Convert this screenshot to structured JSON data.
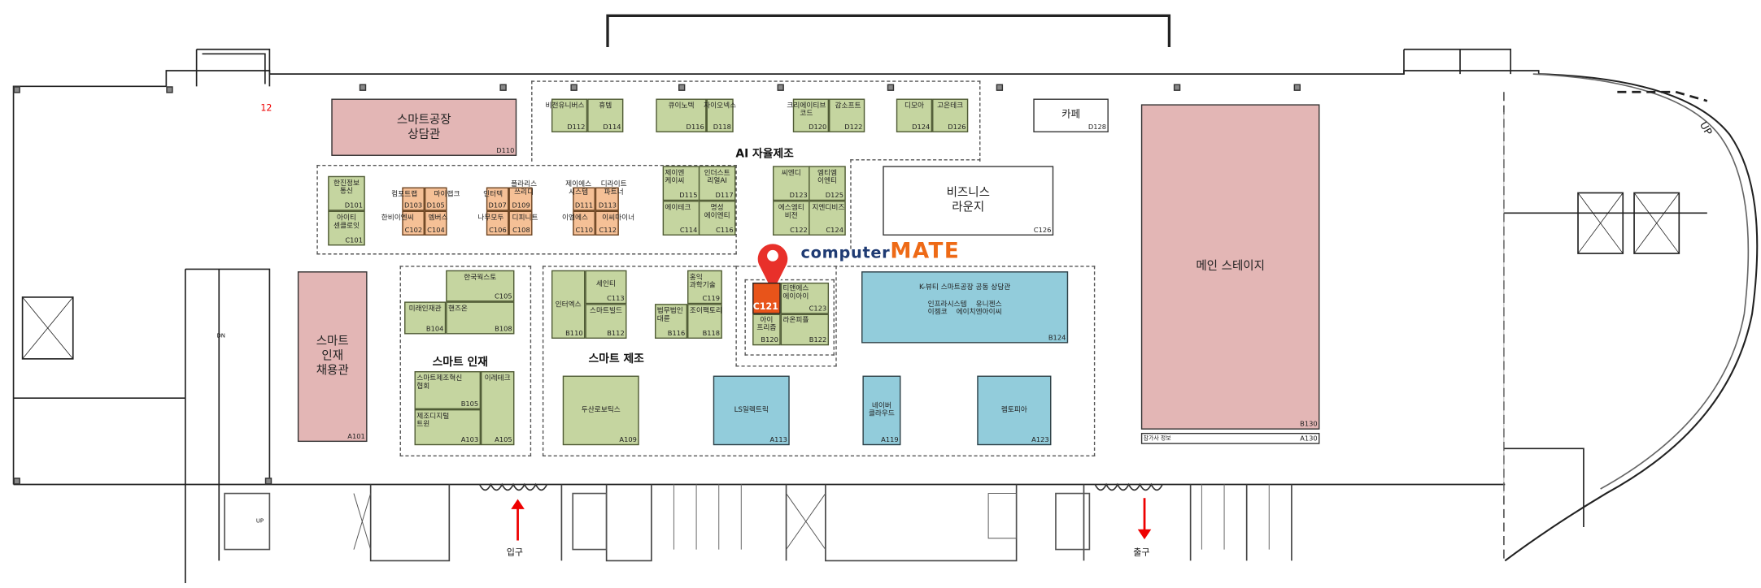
{
  "floor_marker": "12",
  "zones": {
    "ai": "AI 자율제조",
    "talent": "스마트 인재",
    "manufacturing": "스마트 제조"
  },
  "logo": {
    "part1": "computer",
    "part2": "MATE"
  },
  "highlight": {
    "code": "C121"
  },
  "entrance": {
    "in": "입구",
    "out": "출구"
  },
  "stairs": {
    "up": "UP",
    "dn": "DN"
  },
  "colors": {
    "green": "#c5d5a0",
    "pink": "#e3b6b5",
    "blue": "#92ccdb",
    "orange": "#f5c096",
    "highlight": "#e8541a",
    "arrow": "#e00000"
  },
  "booths": {
    "D110": {
      "name": "스마트공장\n상담관",
      "code": "D110"
    },
    "D112": {
      "name": "비전유니버스",
      "code": "D112"
    },
    "D114": {
      "name": "휴템",
      "code": "D114"
    },
    "D116": {
      "name": "큐이노텍",
      "code": "D116"
    },
    "D118": {
      "name": "자이오넥스",
      "code": "D118"
    },
    "D120": {
      "name": "크리에이티브\n코드",
      "code": "D120"
    },
    "D122": {
      "name": "감소프트",
      "code": "D122"
    },
    "D124": {
      "name": "디모아",
      "code": "D124"
    },
    "D126": {
      "name": "고은테크",
      "code": "D126"
    },
    "D128": {
      "name": "카페",
      "code": "D128"
    },
    "D101": {
      "name": "한진정보\n통신",
      "code": "D101"
    },
    "C101": {
      "name": "아이티\n센클로잇",
      "code": "C101"
    },
    "D103": {
      "name": "컴포트랩",
      "code": "D103"
    },
    "D105": {
      "name": "마이랩크",
      "code": "D105"
    },
    "C102": {
      "name": "한비이엔씨",
      "code": "C102"
    },
    "C104": {
      "name": "멤버스",
      "code": "C104"
    },
    "D107": {
      "name": "인터텍",
      "code": "D107"
    },
    "D109": {
      "name": "플라리스\n쓰리디",
      "code": "D109"
    },
    "C106": {
      "name": "나무모두",
      "code": "C106"
    },
    "C108": {
      "name": "디피니트",
      "code": "C108"
    },
    "D111": {
      "name": "제이에스\n시스템",
      "code": "D111"
    },
    "D113": {
      "name": "디라이트\n파트너",
      "code": "D113"
    },
    "C110": {
      "name": "이엠에스",
      "code": "C110"
    },
    "C112": {
      "name": "이씨마이너",
      "code": "C112"
    },
    "D115": {
      "name": "제이엔\n케이씨",
      "code": "D115"
    },
    "D117": {
      "name": "인더스트\n리얼AI",
      "code": "D117"
    },
    "C114": {
      "name": "에이테크",
      "code": "C114"
    },
    "C116": {
      "name": "명성\n에이엔티",
      "code": "C116"
    },
    "D123": {
      "name": "씨엔디",
      "code": "D123"
    },
    "D125": {
      "name": "엠티엠\n이엔티",
      "code": "D125"
    },
    "C122": {
      "name": "에스엠티\n비전",
      "code": "C122"
    },
    "C124": {
      "name": "지엔디비즈",
      "code": "C124"
    },
    "C126": {
      "name": "비즈니스\n라운지",
      "code": "C126"
    },
    "B130": {
      "name": "메인 스테이지",
      "code": "B130"
    },
    "A130": {
      "name": "참가사 정보",
      "code": "A130"
    },
    "A101": {
      "name": "스마트\n인재\n채용관",
      "code": "A101"
    },
    "C105": {
      "name": "한국웍스토",
      "code": "C105"
    },
    "B104": {
      "name": "미래인재관",
      "code": "B104"
    },
    "B108": {
      "name": "핸즈온",
      "code": "B108"
    },
    "B105": {
      "name": "스마트제조혁신\n협회",
      "code": "B105"
    },
    "A103": {
      "name": "제조디지털\n트윈",
      "code": "A103"
    },
    "A105": {
      "name": "이레테크",
      "code": "A105"
    },
    "B110": {
      "name": "인터엑스",
      "code": "B110"
    },
    "C113": {
      "name": "세인티",
      "code": "C113"
    },
    "B112": {
      "name": "스마트빌드",
      "code": "B112"
    },
    "C119": {
      "name": "홍익\n과학기술",
      "code": "C119"
    },
    "B116": {
      "name": "법무법인\n대륜",
      "code": "B116"
    },
    "B118": {
      "name": "조이팩토리",
      "code": "B118"
    },
    "A109": {
      "name": "두산로보틱스",
      "code": "A109"
    },
    "A113": {
      "name": "LS일렉트릭",
      "code": "A113"
    },
    "A119": {
      "name": "네이버\n클라우드",
      "code": "A119"
    },
    "A123": {
      "name": "렘토피아",
      "code": "A123"
    },
    "C121": {
      "name": "",
      "code": "C121"
    },
    "C123": {
      "name": "티앤에스\n에이아이",
      "code": "C123"
    },
    "B120": {
      "name": "아이\n프리즘",
      "code": "B120"
    },
    "B122": {
      "name": "라온피플",
      "code": "B122"
    },
    "B124": {
      "name": "K-뷰티 스마트공장 공동 상담관\n\n인프라시스템    유니젠스\n이젬코    에이치엔아이씨",
      "code": "B124"
    }
  }
}
